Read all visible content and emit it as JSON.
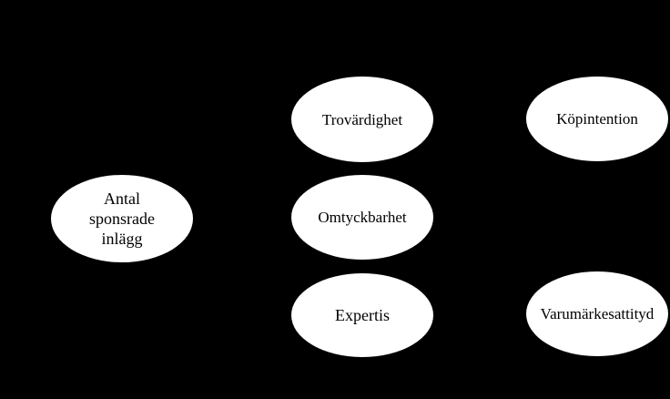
{
  "diagram": {
    "background_color": "#000000",
    "node_fill_color": "#ffffff",
    "text_color": "#000000",
    "nodes": {
      "antal": {
        "label": "Antal sponsrade inlägg"
      },
      "trovardighet": {
        "label": "Trovärdighet"
      },
      "omtyckbarhet": {
        "label": "Omtyckbarhet"
      },
      "expertis": {
        "label": "Expertis"
      },
      "kopintention": {
        "label": "Köpintention"
      },
      "varumarkesattityd": {
        "label": "Varumärkesattityd"
      }
    }
  }
}
